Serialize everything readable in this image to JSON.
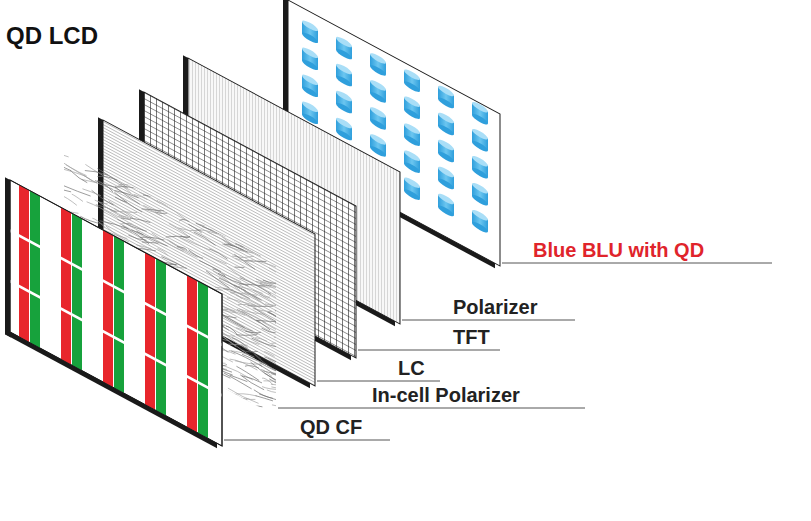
{
  "diagram": {
    "title": "QD LCD",
    "labels": [
      "Blue BLU with QD",
      "Polarizer",
      "TFT",
      "LC",
      "In-cell Polarizer",
      "QD CF"
    ]
  }
}
